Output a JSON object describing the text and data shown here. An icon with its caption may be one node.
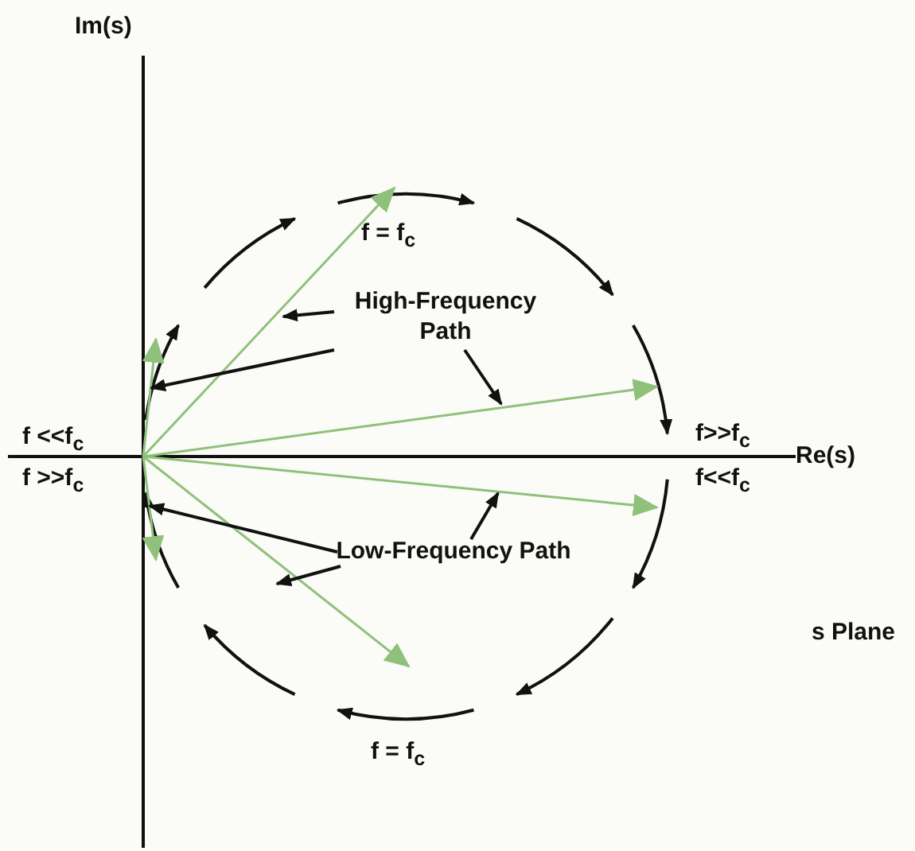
{
  "diagram": {
    "nodes": [
      {
        "text": [
          "High-Frequency Path"
        ]
      },
      {
        "text": [
          "Low-Frequency Path"
        ]
      }
    ],
    "edges": [
      {
        "from": 0,
        "to": null,
        "arrow": "to"
      },
      {
        "from": 0,
        "to": null,
        "arrow": "to"
      },
      {
        "from": 0,
        "to": null,
        "arrow": "to"
      },
      {
        "from": 1,
        "to": null,
        "arrow": "to"
      },
      {
        "from": 1,
        "to": null,
        "arrow": "to"
      },
      {
        "from": 1,
        "to": null,
        "arrow": "to"
      }
    ],
    "labels": [
      "Im(s)",
      "f = f$_{c}$",
      "f <<f$_{c}$",
      "f>>f$_{c}$",
      "Re(s)",
      "f >>f$_{c}$",
      "f<<f$_{c}$",
      "f = f$_{c}$",
      "s Plane"
    ]
  }
}
